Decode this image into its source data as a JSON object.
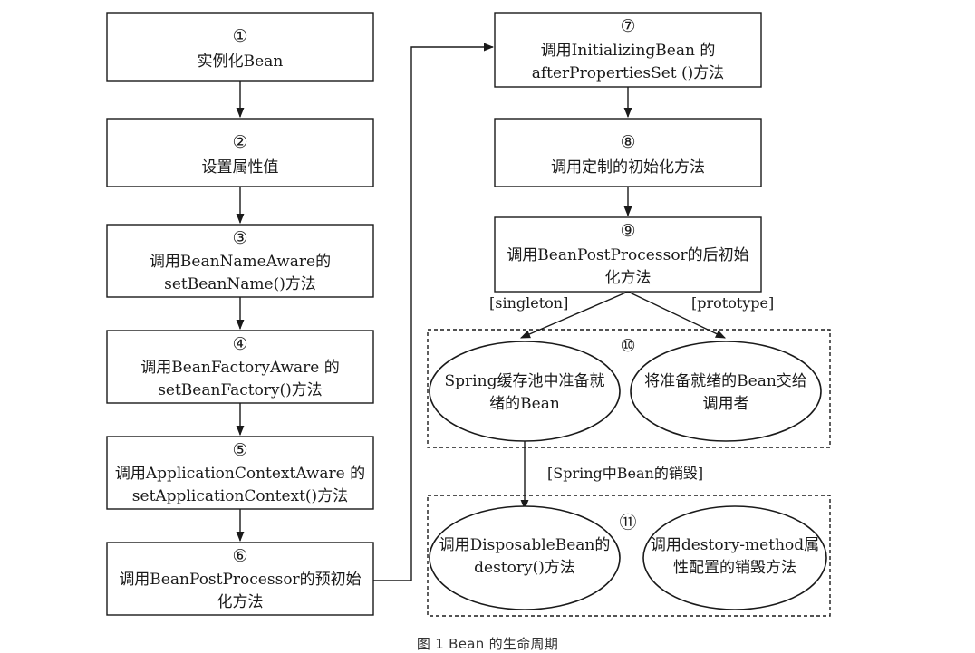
{
  "steps": [
    {
      "num": "①",
      "lines": [
        "实例化Bean"
      ]
    },
    {
      "num": "②",
      "lines": [
        "设置属性值"
      ]
    },
    {
      "num": "③",
      "lines": [
        "调用BeanNameAware的",
        "setBeanName()方法"
      ]
    },
    {
      "num": "④",
      "lines": [
        "调用BeanFactoryAware 的",
        "setBeanFactory()方法"
      ]
    },
    {
      "num": "⑤",
      "lines": [
        "调用ApplicationContextAware 的",
        "setApplicationContext()方法"
      ]
    },
    {
      "num": "⑥",
      "lines": [
        "调用BeanPostProcessor的预初始",
        "化方法"
      ]
    },
    {
      "num": "⑦",
      "lines": [
        "调用InitializingBean 的",
        "afterPropertiesSet ()方法"
      ]
    },
    {
      "num": "⑧",
      "lines": [
        "调用定制的初始化方法"
      ]
    },
    {
      "num": "⑨",
      "lines": [
        "调用BeanPostProcessor的后初始",
        "化方法"
      ]
    }
  ],
  "group10": {
    "num": "⑩",
    "items": [
      {
        "lines": [
          "Spring缓存池中准备就",
          "绪的Bean"
        ]
      },
      {
        "lines": [
          "将准备就绪的Bean交给",
          "调用者"
        ]
      }
    ]
  },
  "group11": {
    "num": "⑪",
    "items": [
      {
        "lines": [
          "调用DisposableBean的",
          "destory()方法"
        ]
      },
      {
        "lines": [
          "调用destory-method属",
          "性配置的销毁方法"
        ]
      }
    ]
  },
  "edge_labels": {
    "singleton": "[singleton]",
    "prototype": "[prototype]",
    "destroy": "[Spring中Bean的销毁]"
  },
  "caption": "图 1  Bean 的生命周期"
}
